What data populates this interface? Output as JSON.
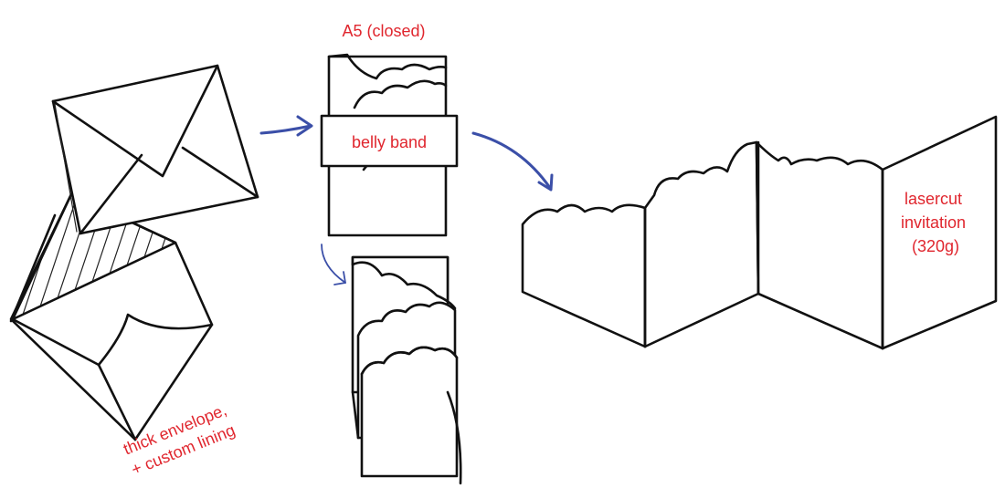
{
  "labels": {
    "size": "A5 (closed)",
    "band": "belly band",
    "invitation": [
      "lasercut",
      "invitation",
      "(320g)"
    ],
    "envelope": [
      "thick envelope,",
      "+ custom lining"
    ]
  },
  "colors": {
    "ink": "#111111",
    "annotation": "#e0262e",
    "arrow": "#3b4fa8",
    "background": "#ffffff"
  }
}
